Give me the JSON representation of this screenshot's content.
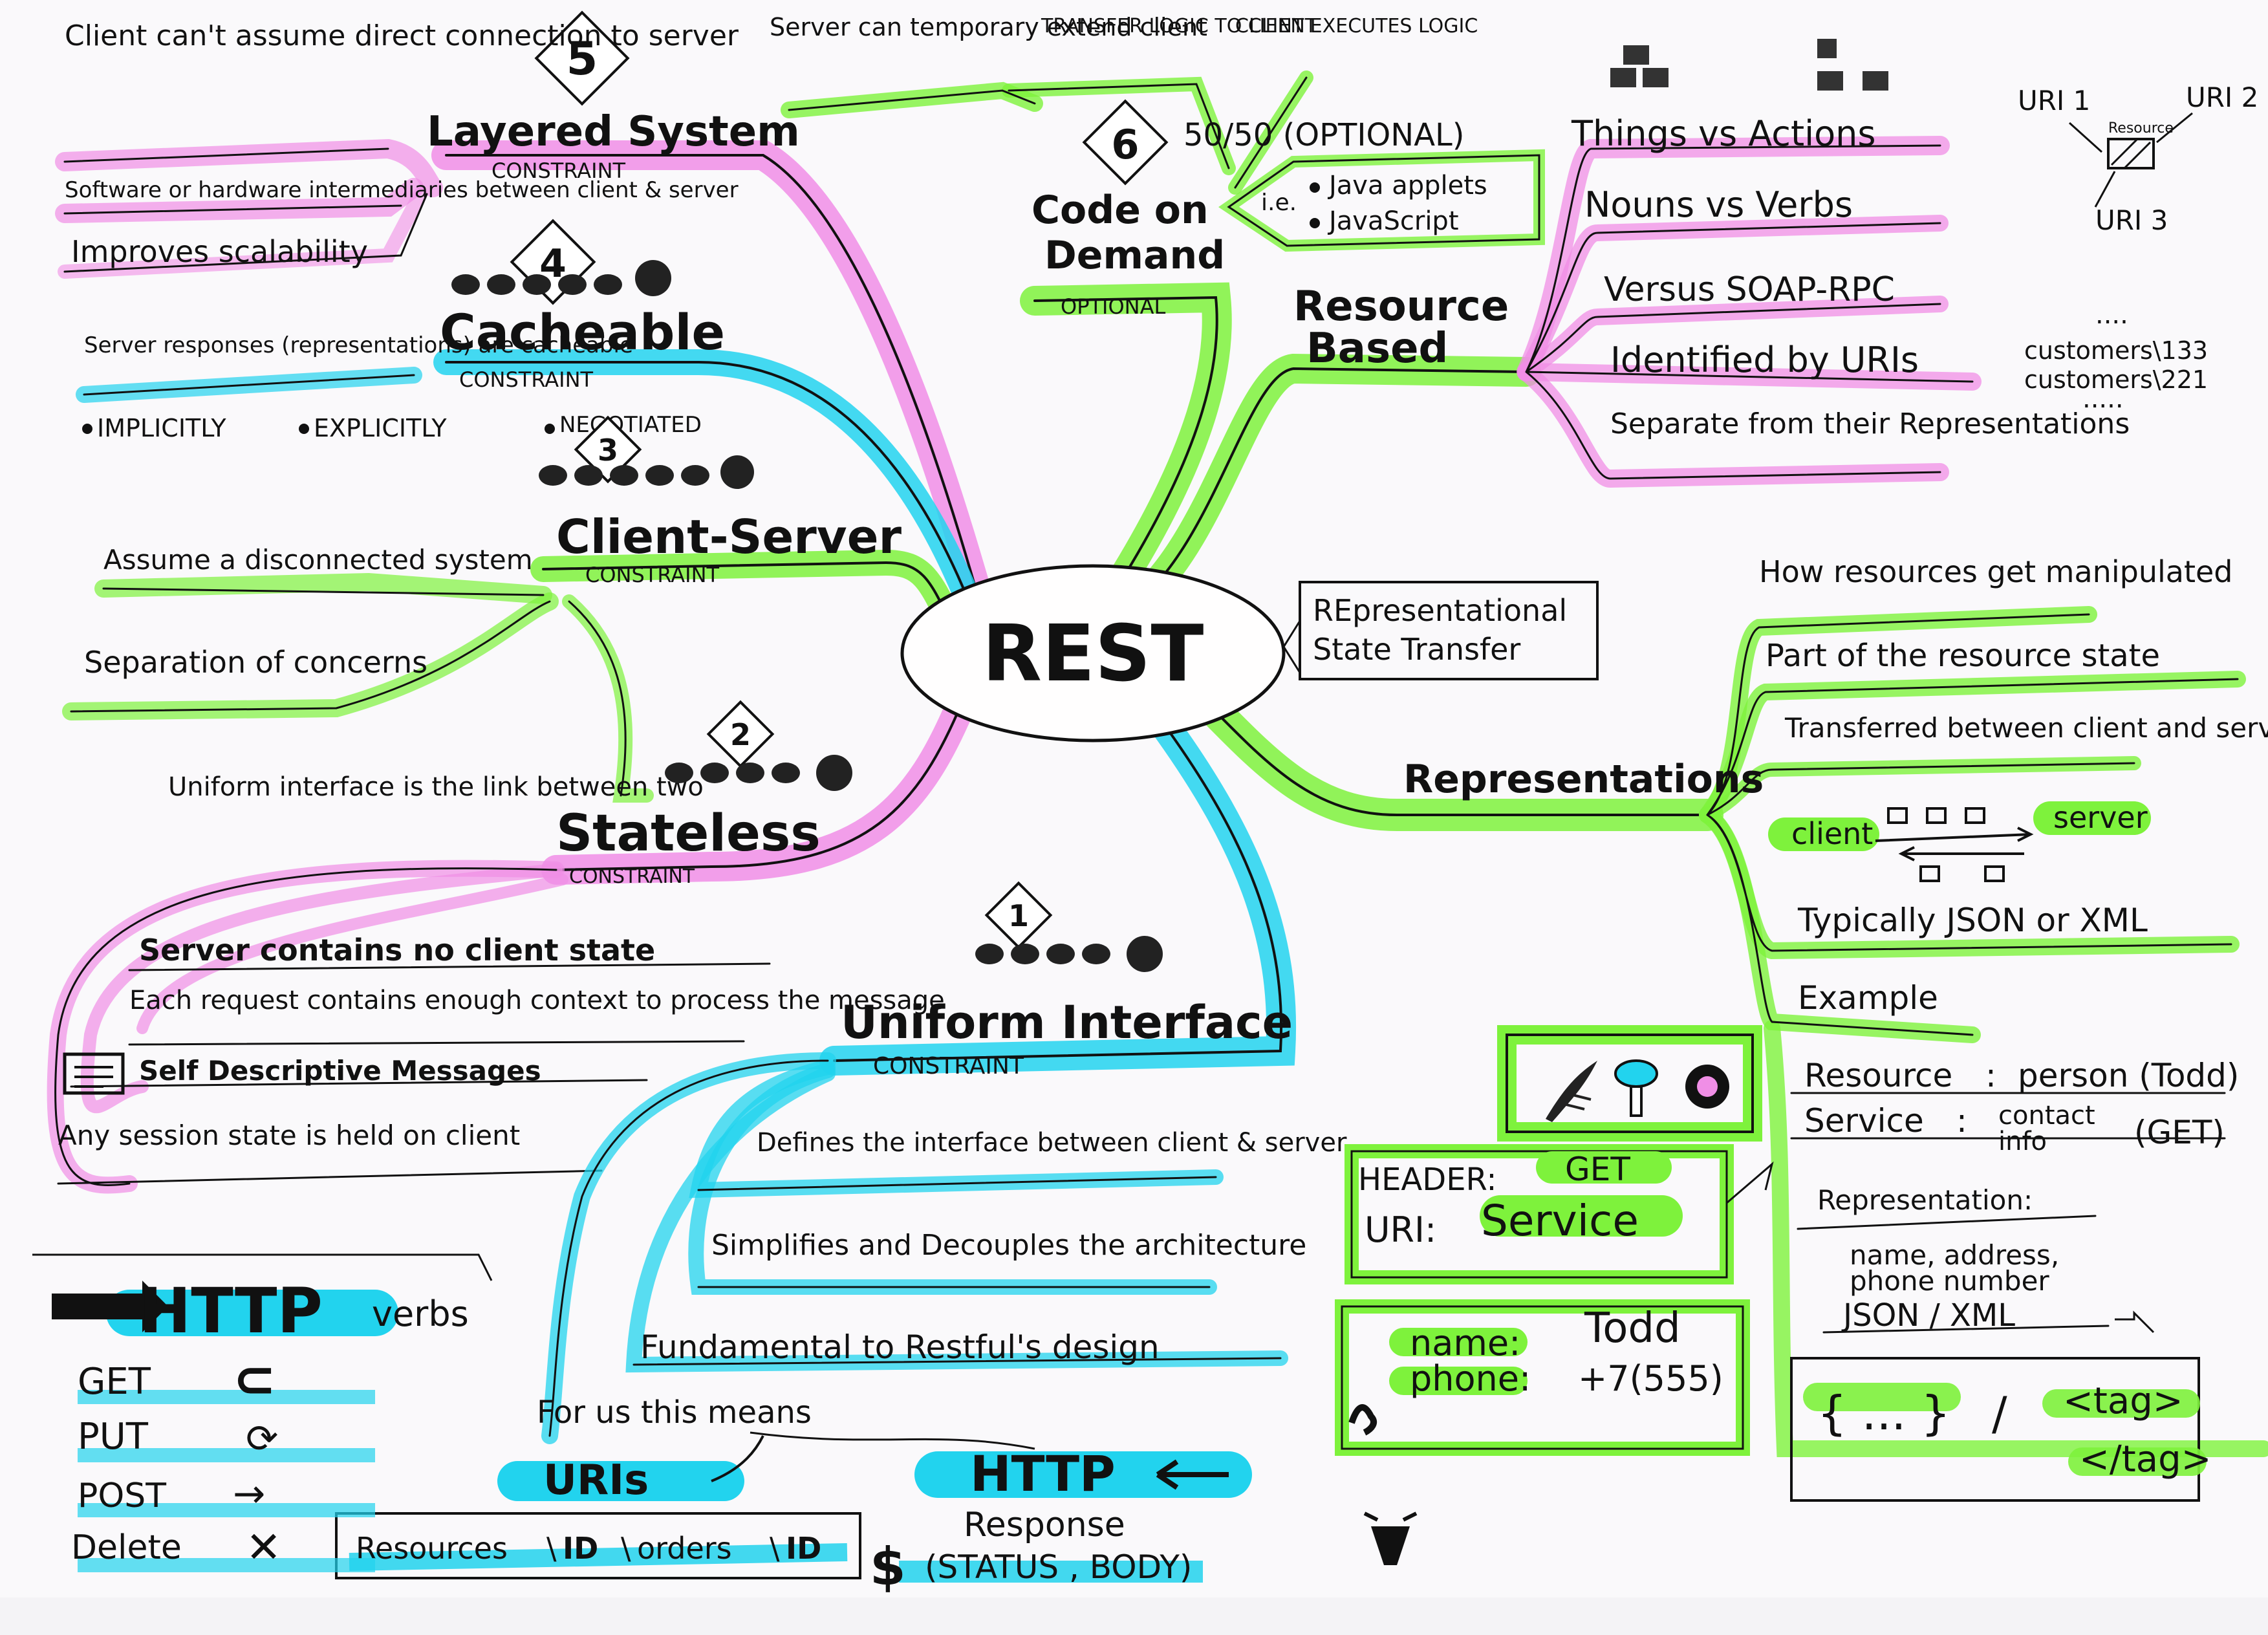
{
  "center": {
    "title": "REST",
    "expansion": [
      "REpresentational",
      "State Transfer"
    ]
  },
  "colors": {
    "green": "#7ef23c",
    "pink": "#f08ee6",
    "cyan": "#22d3ee",
    "ink": "#111111",
    "paper": "#faf9fb"
  },
  "branches": {
    "layered": {
      "number": "5",
      "title": "Layered System",
      "tag": "CONSTRAINT",
      "items": [
        "Client can't assume direct connection to server",
        "Software or hardware intermediaries between client & server",
        "Improves scalability"
      ]
    },
    "cacheable": {
      "number": "4",
      "title": "Cacheable",
      "tag": "CONSTRAINT",
      "items": [
        "Server responses (representations) are cacheable"
      ],
      "modes": [
        "IMPLICITLY",
        "EXPLICITLY",
        "NEGOTIATED"
      ]
    },
    "client_server": {
      "number": "3",
      "title": "Client-Server",
      "tag": "CONSTRAINT",
      "items": [
        "Assume a disconnected system",
        "Separation of concerns",
        "Uniform interface is the link between two"
      ]
    },
    "stateless": {
      "number": "2",
      "title": "Stateless",
      "tag": "CONSTRAINT",
      "items": [
        "Server contains no client state",
        "Each request contains enough context to process the message",
        "Self Descriptive Messages",
        "Any session state is held on client"
      ]
    },
    "uniform": {
      "number": "1",
      "title": "Uniform Interface",
      "tag": "CONSTRAINT",
      "items": [
        "Defines the interface between client & server",
        "Simplifies and Decouples the architecture",
        "Fundamental to Restful's design",
        "For us this means"
      ],
      "uris_label": "URIs",
      "uris_path": [
        "Resources",
        "ID",
        "orders",
        "ID"
      ],
      "http_label": "HTTP",
      "response": [
        "Response",
        "(STATUS , BODY)"
      ]
    },
    "http_verbs": {
      "title": [
        "HTTP",
        "verbs"
      ],
      "verbs": [
        "GET",
        "PUT",
        "POST",
        "Delete"
      ]
    },
    "code_on_demand": {
      "number": "6",
      "title": [
        "Code on",
        "Demand"
      ],
      "tag": "OPTIONAL",
      "split": "50/50 (OPTIONAL)",
      "ie": "i.e.",
      "examples": [
        "Java applets",
        "JavaScript"
      ],
      "items": [
        "Server can temporary extend client",
        "TRANSFER LOGIC TO CLIENT",
        "CLIENT EXECUTES LOGIC"
      ]
    },
    "resource_based": {
      "title": [
        "Resource",
        "Based"
      ],
      "items": [
        "Things vs Actions",
        "Nouns vs Verbs",
        "Versus SOAP-RPC",
        "Identified by URIs",
        "Separate from their Representations"
      ],
      "uri_sketch": [
        "URI 1",
        "URI 2",
        "URI 3",
        "Resource"
      ],
      "customers": [
        "....",
        "customers\\133",
        "customers\\221",
        "....."
      ]
    },
    "representations": {
      "title": "Representations",
      "items": [
        "How resources get manipulated",
        "Part of the resource state",
        "Transferred between client and server",
        "Typically JSON or XML",
        "Example"
      ],
      "client": "client",
      "server": "server",
      "example": {
        "resource_label": "Resource",
        "resource_value": "person (Todd)",
        "service_label": "Service",
        "service_value": [
          "contact",
          "info"
        ],
        "service_method": "(GET)",
        "representation_label": "Representation:",
        "representation_values": [
          "name, address,",
          "phone number",
          "JSON / XML"
        ],
        "header": [
          "HEADER:",
          "GET"
        ],
        "uri": [
          "URI:",
          "Service"
        ],
        "body": [
          "name:",
          "Todd",
          "phone:",
          "+7(555)"
        ],
        "json": "{ ... }",
        "slash": "/",
        "xml": [
          "<tag>",
          "</tag>"
        ]
      }
    }
  }
}
